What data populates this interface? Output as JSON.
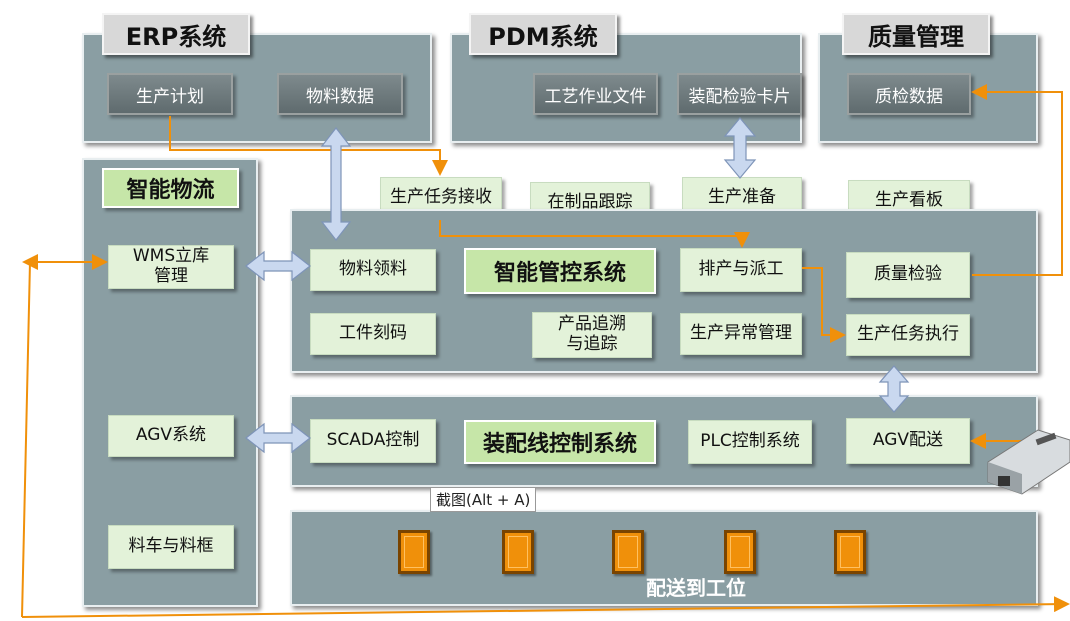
{
  "erp": {
    "title": "ERP系统",
    "items": [
      "生产计划",
      "物料数据"
    ]
  },
  "pdm": {
    "title": "PDM系统",
    "items": [
      "工艺作业文件",
      "装配检验卡片"
    ]
  },
  "quality": {
    "title": "质量管理",
    "items": [
      "质检数据"
    ]
  },
  "logistics": {
    "title": "智能物流",
    "items": [
      "WMS立库\n管理",
      "AGV系统",
      "料车与料框"
    ]
  },
  "top_row": [
    "生产任务接收",
    "在制品跟踪",
    "生产准备",
    "生产看板"
  ],
  "mcs": {
    "title": "智能管控系统",
    "items": [
      "物料领料",
      "排产与派工",
      "质量检验",
      "工件刻码",
      "产品追溯\n与追踪",
      "生产异常管理",
      "生产任务执行"
    ]
  },
  "assembly": {
    "title": "装配线控制系统",
    "items": [
      "SCADA控制",
      "PLC控制系统",
      "AGV配送"
    ]
  },
  "stations": {
    "label": "配送到工位",
    "count": 5
  },
  "tooltip": "截图(Alt + A)",
  "colors": {
    "panel": "#8a9ea3",
    "green_box": "#e3f2d9",
    "green_title": "#c6e6a8",
    "arrow_orange": "#f0900a",
    "arrow_blue": "#c9d8ef"
  }
}
